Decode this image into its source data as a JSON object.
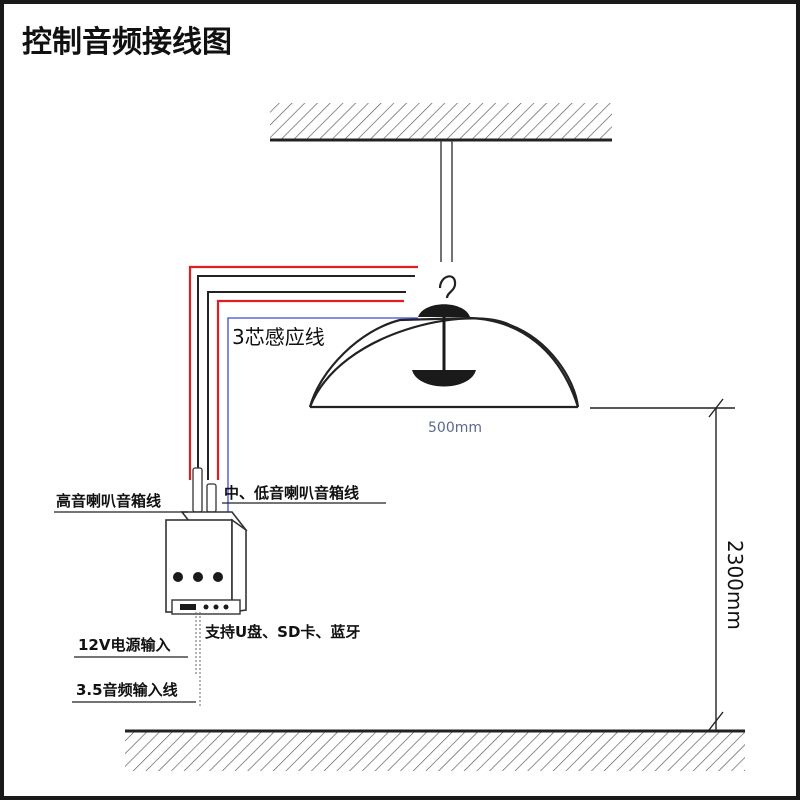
{
  "title": "控制音频接线图",
  "labels": {
    "sensor_wire": "3芯感应线",
    "width_dim": "500mm",
    "height_dim": "2300mm",
    "tweeter_wire": "高音喇叭音箱线",
    "midlow_wire": "中、低音喇叭音箱线",
    "support": "支持U盘、SD卡、蓝牙",
    "power_input": "12V电源输入",
    "audio_input": "3.5音频输入线"
  },
  "colors": {
    "red_wire": "#e02020",
    "black_wire": "#222222",
    "blue_wire": "#3b4bd8",
    "dimension_text": "#5a6a8a"
  },
  "icons": [
    "hook-icon",
    "lamp-shade-icon",
    "control-box-icon"
  ]
}
